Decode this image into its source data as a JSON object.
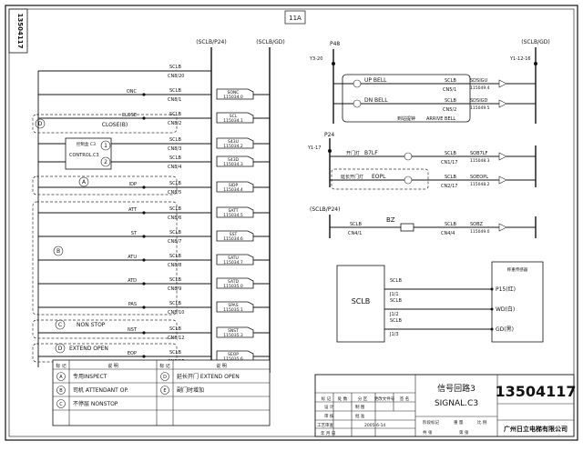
{
  "sheet": {
    "drawing_no_vertical": "13504117",
    "page_id": "11A",
    "bus_left_a": "(SCLB/P24)",
    "bus_left_b": "(SCLB/GD)",
    "bus_right_p48": "P48",
    "bus_right_gd": "(SCLB/GD)",
    "bus_right_p24": "P24",
    "bus_right_sclbp24": "(SCLB/P24)"
  },
  "left_rows": [
    {
      "label": "",
      "sclb": "SCLB",
      "cn": "CN8/20",
      "code": "",
      "part": ""
    },
    {
      "label": "ONC",
      "sclb": "SCLB",
      "cn": "CN8/1",
      "code": "SONC",
      "part": "115034.0"
    },
    {
      "label": "CLOSE",
      "sclb": "SCLB",
      "cn": "CN8/2",
      "code": "SCL",
      "part": "115034.1"
    },
    {
      "label": "",
      "sclb": "SCLB",
      "cn": "CN8/3",
      "code": "S43U",
      "part": "115034.2"
    },
    {
      "label": "",
      "sclb": "SCLB",
      "cn": "CN8/4",
      "code": "S43D",
      "part": "115034.3"
    },
    {
      "label": "IDP",
      "sclb": "SCLB",
      "cn": "CN8/5",
      "code": "SIDP",
      "part": "115034.4"
    },
    {
      "label": "ATT",
      "sclb": "SCLB",
      "cn": "CN8/6",
      "code": "SATT",
      "part": "115034.5"
    },
    {
      "label": "ST",
      "sclb": "SCLB",
      "cn": "CN8/7",
      "code": "SST",
      "part": "115034.6"
    },
    {
      "label": "ATU",
      "sclb": "SCLB",
      "cn": "CN8/8",
      "code": "SATU",
      "part": "115034.7"
    },
    {
      "label": "ATD",
      "sclb": "SCLB",
      "cn": "CN8/9",
      "code": "SATD",
      "part": "115035.0"
    },
    {
      "label": "PAS",
      "sclb": "SCLB",
      "cn": "CN8/10",
      "code": "SPAS",
      "part": "115035.1"
    },
    {
      "label": "NST",
      "sclb": "SCLB",
      "cn": "CN8/12",
      "code": "SNST",
      "part": "115035.3"
    },
    {
      "label": "EOP",
      "sclb": "SCLB",
      "cn": "CN8/15",
      "code": "SEOP",
      "part": "115035.6"
    }
  ],
  "left_annotations": {
    "close_b": "CLOSE(B)",
    "control_c3": "控制盒 C3",
    "control_en": "CONTROL.C3",
    "one": "1",
    "two": "2",
    "mark_d": "D",
    "mark_a": "A",
    "mark_b": "B",
    "mark_c": "C",
    "non_stop": "NON STOP",
    "extend_open": "EXTEND OPEN",
    "mark_e": "E"
  },
  "right": {
    "y3": "Y3-20",
    "y1_12_16": "Y1-12-16",
    "up_bell": "UP BELL",
    "dn_bell": "DN BELL",
    "cn5_1": "CN5/1",
    "cn5_2": "CN5/2",
    "sclb": "SCLB",
    "sdsigu": "SDSIGU",
    "sdsigu_part": "115049.4",
    "sdsigd": "SDSIGD",
    "sdsigd_part": "115049.5",
    "arrive_cn": "到站提钟",
    "arrive_en": "ARRIVE BELL",
    "y1_17": "Y1-17",
    "open_b7lf": "开门灯",
    "b7lf": "B7LF",
    "cn1_17": "CN1/17",
    "sob7lf": "SOB7LF",
    "sob7lf_part": "115048.3",
    "extend_cn": "延长开门灯",
    "eopl": "EOPL",
    "cn2_17": "CN2/17",
    "soeopl": "SOEOPL",
    "soeopl_part": "115048.2",
    "bz": "BZ",
    "cn4_1": "CN4/1",
    "cn4_4": "CN4/4",
    "sobz": "SOBZ",
    "sobz_part": "115049.0",
    "block_sclb": "SCLB",
    "j1_1": "J1/1",
    "j1_2": "J1/2",
    "j1_3": "J1/3",
    "weigh_title": "称重传感器",
    "p15": "P15(红)",
    "wd": "WD(白)",
    "gd": "GD(黑)"
  },
  "legend": {
    "col_mark": "标 记",
    "col_desc": "说 明",
    "rows": [
      {
        "mark": "A",
        "desc": "专用INSPECT"
      },
      {
        "mark": "B",
        "desc": "司机 ATTENDANT OP."
      },
      {
        "mark": "C",
        "desc": "不停层 NONSTOP"
      },
      {
        "mark": "D",
        "desc": "延长开门 EXTEND OPEN"
      },
      {
        "mark": "E",
        "desc": "副门时增加"
      }
    ]
  },
  "title_block": {
    "title_cn": "信号回路3",
    "title_en": "SIGNAL.C3",
    "drawing_no": "13504117",
    "company": "广州日立电梯有限公司",
    "date": "2005-6-14",
    "design": "设 计",
    "draw": "制 图",
    "check": "审 核",
    "process": "工艺审查",
    "approve": "批 准",
    "stage": "阶段标记",
    "weight": "重 量",
    "scale": "比 例",
    "sheets": "共 张",
    "sheet": "第 张",
    "mark": "标 记",
    "count": "处 数",
    "zone": "分 区",
    "doc": "更改文件号",
    "sign": "签 名",
    "year": "年 月 日"
  }
}
